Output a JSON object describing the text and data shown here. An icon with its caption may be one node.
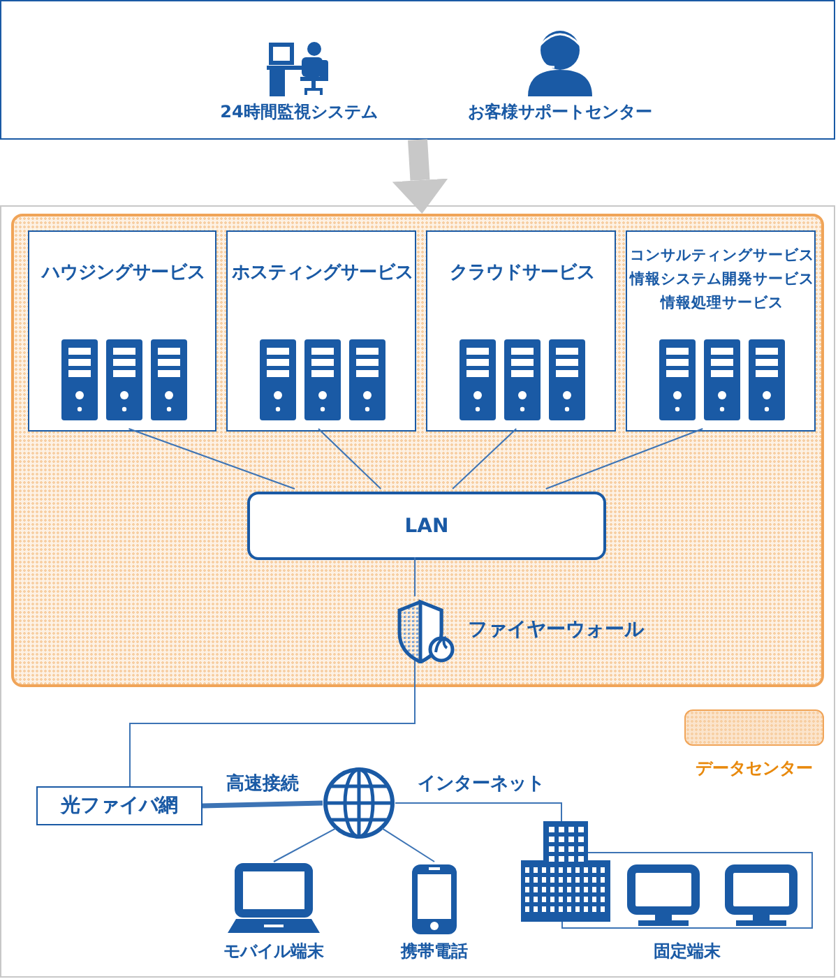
{
  "diagram": {
    "nodes": [
      {
        "text": [],
        "shape": "box"
      },
      {
        "text": [
          "24時間監視システム"
        ],
        "in": 0
      },
      {
        "text": [
          "お客様サポートセンター"
        ],
        "in": 0
      },
      {
        "text": [],
        "shape": "box"
      },
      {
        "text": [
          "ハウジングサービス"
        ],
        "in": 3
      },
      {
        "text": [
          "ホスティングサービス"
        ],
        "in": 3
      },
      {
        "text": [
          "クラウドサービス"
        ],
        "in": 3
      },
      {
        "text": [
          "コンサルティングサービス",
          "情報システム開発サービス",
          "情報処理サービス"
        ],
        "in": 3
      },
      {
        "text": [
          "LAN"
        ],
        "in": 3
      },
      {
        "text": [
          "ファイヤーウォール"
        ],
        "in": 3
      },
      {
        "text": [
          "光ファイバ網"
        ]
      },
      {
        "text": [],
        "shape": "picture"
      },
      {
        "text": [
          "モバイル端末"
        ]
      },
      {
        "text": [
          "携帯電話"
        ]
      },
      {
        "text": [
          "固定端末"
        ]
      }
    ],
    "edges": [
      {
        "from": 0,
        "to": 3,
        "arrow": "to",
        "style": "thick",
        "color": "#c8c8c8"
      },
      {
        "from": 4,
        "to": 8,
        "arrow": "none"
      },
      {
        "from": 5,
        "to": 8,
        "arrow": "none"
      },
      {
        "from": 6,
        "to": 8,
        "arrow": "none"
      },
      {
        "from": 7,
        "to": 8,
        "arrow": "none"
      },
      {
        "from": 8,
        "to": 9,
        "arrow": "none"
      },
      {
        "from": 9,
        "to": 10,
        "arrow": "none"
      },
      {
        "from": 10,
        "to": 11,
        "arrow": "none",
        "label": "高速接続",
        "style": "thick"
      },
      {
        "from": 11,
        "to": 12,
        "arrow": "none"
      },
      {
        "from": 11,
        "to": 13,
        "arrow": "none"
      },
      {
        "from": 11,
        "to": 14,
        "arrow": "none",
        "label": "インターネット"
      }
    ],
    "legend": [
      {
        "text": "データセンター",
        "color": "#fbe4cc"
      }
    ]
  }
}
